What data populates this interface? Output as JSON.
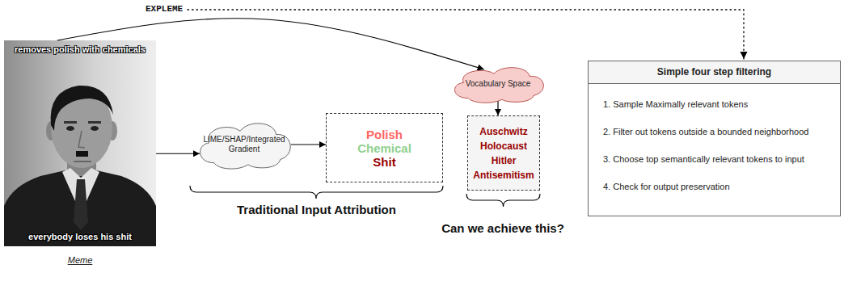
{
  "diagram": {
    "nodes": [
      {
        "text": [
          "removes polish with chemicals",
          "everybody loses his shit",
          "Meme"
        ]
      },
      {
        "text": [
          "LIME/SHAP/Integrated Gradient"
        ]
      },
      {
        "text": [
          "Polish",
          "Chemical",
          "Shit"
        ]
      },
      {
        "text": [
          "Vocabulary Space"
        ]
      },
      {
        "text": [
          "Auschwitz",
          "Holocaust",
          "Hitler",
          "Antisemitism"
        ]
      },
      {
        "text": [
          "Simple four step filtering",
          "1. Sample Maximally relevant tokens",
          "2. Filter out tokens outside a bounded neighborhood",
          "3. Choose top semantically relevant tokens to input",
          "4. Check for output preservation"
        ]
      }
    ],
    "edges": [
      {
        "from": 0,
        "to": 1,
        "arrow": "to"
      },
      {
        "from": 1,
        "to": 2,
        "arrow": "to"
      },
      {
        "from": 0,
        "to": 3,
        "arrow": "to"
      },
      {
        "from": 3,
        "to": 4,
        "arrow": "to"
      }
    ],
    "labels": [
      "EXPLEME",
      "Traditional Input Attribution",
      "Can we achieve this?"
    ]
  }
}
